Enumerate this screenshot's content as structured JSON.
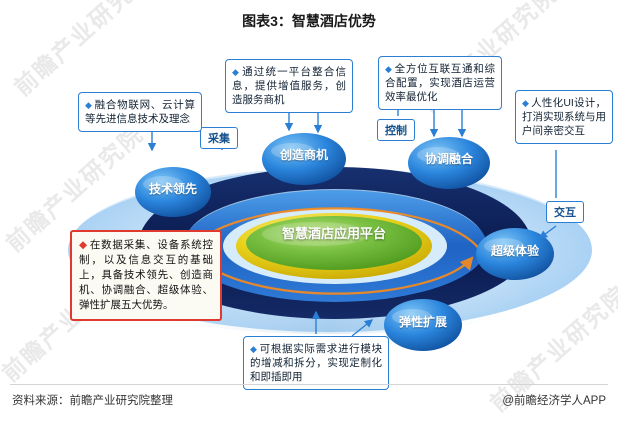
{
  "title": "图表3：智慧酒店优势",
  "footer": {
    "source": "资料来源：前瞻产业研究院整理",
    "brand": "@前瞻经济学人APP"
  },
  "watermark": {
    "text": "前瞻产业研究院"
  },
  "core": {
    "label": "智慧酒店应用平台"
  },
  "nodes": [
    {
      "id": "tech",
      "label": "技术领先"
    },
    {
      "id": "biz",
      "label": "创造商机"
    },
    {
      "id": "coord",
      "label": "协调融合"
    },
    {
      "id": "super",
      "label": "超级体验"
    },
    {
      "id": "elastic",
      "label": "弹性扩展"
    }
  ],
  "pills": [
    {
      "id": "collect",
      "label": "采集"
    },
    {
      "id": "control",
      "label": "控制"
    },
    {
      "id": "interact",
      "label": "交互"
    }
  ],
  "callouts": [
    {
      "id": "tech-note",
      "text": "融合物联网、云计算等先进信息技术及理念"
    },
    {
      "id": "unify-note",
      "text": "通过统一平台整合信息，提供增值服务，创造服务商机"
    },
    {
      "id": "config-note",
      "text": "全方位互联互通和综合配置，实现酒店运营效率最优化"
    },
    {
      "id": "ui-note",
      "text": "人性化UI设计，打消实现系统与用户间亲密交互"
    },
    {
      "id": "module-note",
      "text": "可根据实际需求进行模块的增减和拆分，实现定制化和即插即用"
    }
  ],
  "summary": {
    "text": "在数据采集、设备系统控制，以及信息交互的基础上，具备技术领先、创造商机、协调融合、超级体验、弹性扩展五大优势。"
  },
  "colors": {
    "accent_blue": "#2a7fd4",
    "highlight_red": "#e03a2f",
    "ring_dark": "#0b1f5e",
    "ring_blue": "#1f5fbf",
    "core_green": "#7ac143",
    "core_yellow": "#e9d11a",
    "arrow_orange": "#f08a24"
  }
}
